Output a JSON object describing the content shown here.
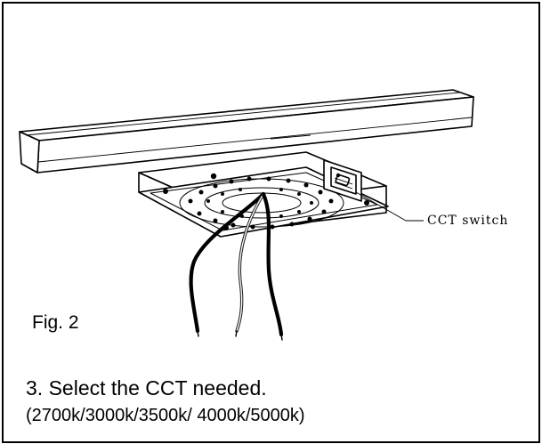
{
  "callout": {
    "label": "CCT switch"
  },
  "figure": {
    "label": "Fig. 2"
  },
  "instruction": {
    "step": "3. Select the CCT needed.",
    "values": "(2700k/3000k/3500k/ 4000k/5000k)"
  }
}
